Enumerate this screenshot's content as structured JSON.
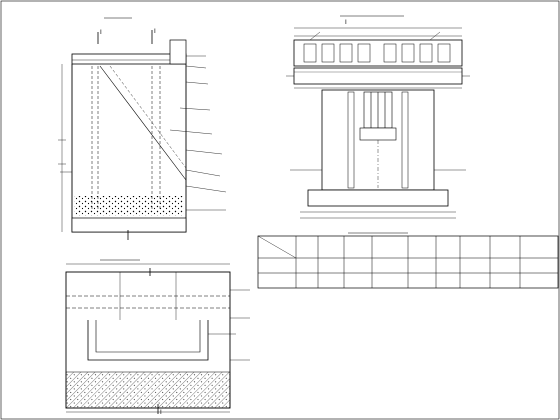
{
  "views": {
    "elevation_title": "",
    "plan_title": "",
    "section_title": "",
    "plan_dimensions": {
      "overall_width": "",
      "left_part": "",
      "right_part": ""
    }
  },
  "section_marks": {
    "top_left_1": "I",
    "top_left_2": "I",
    "top_center": "I",
    "bottom_right": "I"
  },
  "elevation_callouts": [
    "",
    "",
    "",
    "",
    "",
    "",
    "",
    "",
    ""
  ],
  "elevation_vertical_callouts": [
    "",
    ""
  ],
  "plan_callouts": [
    "",
    "",
    "",
    "",
    ""
  ],
  "plan_dims_small": [
    "",
    "",
    "",
    "",
    ""
  ],
  "plan_side_labels": [
    "",
    ""
  ],
  "section_callouts": [
    "",
    "",
    "",
    "",
    "",
    "",
    ""
  ],
  "pier_table": {
    "title": "",
    "col_headers": [
      "",
      "",
      "",
      "",
      "",
      "",
      "",
      "",
      "",
      ""
    ],
    "rows": [
      [
        "",
        "",
        "",
        "",
        "",
        "",
        "",
        "",
        "",
        ""
      ],
      [
        "",
        "",
        "",
        "",
        "",
        "",
        "",
        "",
        "",
        ""
      ]
    ]
  },
  "notes": {
    "heading": "",
    "items": [
      "",
      "",
      "",
      "",
      "",
      "",
      "",
      "",
      "",
      "",
      "",
      ""
    ]
  }
}
